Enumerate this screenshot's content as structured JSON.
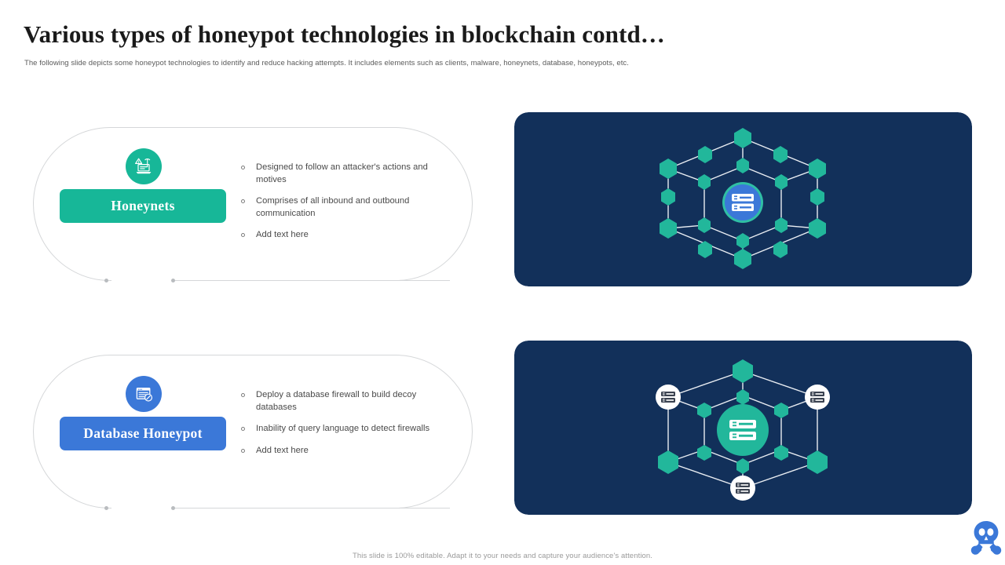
{
  "header": {
    "title": "Various types of honeypot technologies in blockchain contd…",
    "subtitle": "The following slide depicts some honeypot technologies to identify and reduce hacking attempts. It includes elements such as clients, malware, honeynets, database, honeypots, etc."
  },
  "colors": {
    "teal": "#17b798",
    "blue": "#3b78d8",
    "panel_navy": "#12305a",
    "outline_gray": "#d5d7d9",
    "body_text": "#4a4a4a",
    "title_text": "#1a1a1a",
    "footer_text": "#9a9a9a",
    "node_white": "#ffffff",
    "node_dark": "#3a4250"
  },
  "cards": [
    {
      "id": "honeynets",
      "label": "Honeynets",
      "accent": "#17b798",
      "icon": "laptop-warning-icon",
      "bullets": [
        "Designed to follow an attacker's actions and motives",
        "Comprises of all inbound and outbound communication",
        "Add text here"
      ]
    },
    {
      "id": "database-honeypot",
      "label": "Database Honeypot",
      "accent": "#3b78d8",
      "icon": "database-document-shield-icon",
      "bullets": [
        "Deploy a database firewall to build decoy databases",
        "Inability of query language to detect firewalls",
        "Add text here"
      ]
    }
  ],
  "illustrations": [
    {
      "id": "honeynet-blockchain-diagram",
      "name": "isometric-blockchain-network-diagram",
      "background": "#12305a",
      "center_node": {
        "shape": "circle",
        "fill": "#3b78d8",
        "ring": "#2fbfa4",
        "icon": "server-rack-icon"
      },
      "node_shape": "hexagon",
      "node_fill": "#22b79b",
      "node_count": 16,
      "link_color": "#e9edf2"
    },
    {
      "id": "database-honeypot-blockchain-diagram",
      "name": "isometric-blockchain-network-diagram",
      "background": "#12305a",
      "center_node": {
        "shape": "circle",
        "fill": "#22b79b",
        "ring": "none",
        "icon": "server-rack-icon"
      },
      "node_shape": "hexagon",
      "node_fill": "#22b79b",
      "node_count": 10,
      "white_client_nodes": 3,
      "white_client_icon": "server-rack-icon",
      "link_color": "#e9edf2"
    }
  ],
  "footer": {
    "note": "This slide is 100% editable. Adapt it to your needs and capture your audience's attention.",
    "logo": "skull-and-crossbones-logo"
  }
}
